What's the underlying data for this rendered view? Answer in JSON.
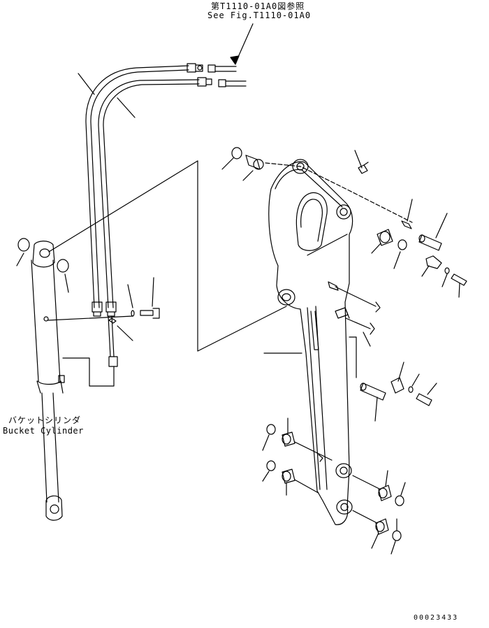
{
  "labels": {
    "reference_jp": "第T1110-01A0図参照",
    "reference_en": "See Fig.T1110-01A0",
    "bucket_cylinder_jp": "バケットシリンダ",
    "bucket_cylinder_en": "Bucket Cylinder",
    "drawing_number": "00023433"
  },
  "colors": {
    "line": "#000000",
    "background": "#ffffff"
  }
}
